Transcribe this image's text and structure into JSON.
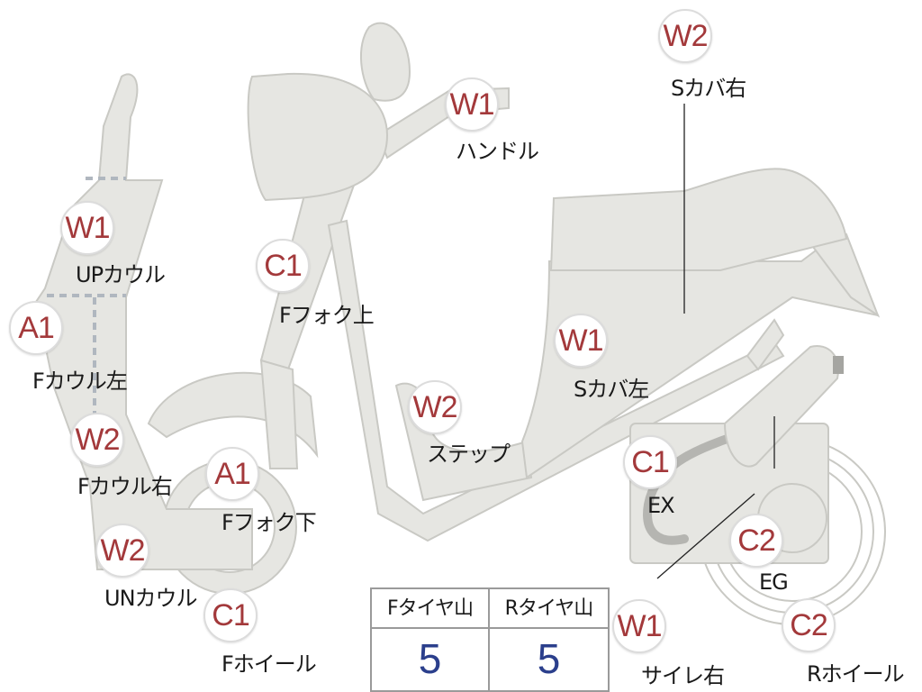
{
  "markers": [
    {
      "id": "up-cowl",
      "grade": "W1",
      "label": "UPカウル"
    },
    {
      "id": "f-cowl-left",
      "grade": "A1",
      "label": "Fカウル左"
    },
    {
      "id": "f-cowl-right",
      "grade": "W2",
      "label": "Fカウル右"
    },
    {
      "id": "un-cowl",
      "grade": "W2",
      "label": "UNカウル"
    },
    {
      "id": "f-wheel",
      "grade": "C1",
      "label": "Fホイール"
    },
    {
      "id": "f-fork-lower",
      "grade": "A1",
      "label": "Fフォク下"
    },
    {
      "id": "f-fork-upper",
      "grade": "C1",
      "label": "Fフォク上"
    },
    {
      "id": "handle",
      "grade": "W1",
      "label": "ハンドル"
    },
    {
      "id": "step",
      "grade": "W2",
      "label": "ステップ"
    },
    {
      "id": "s-cover-left",
      "grade": "W1",
      "label": "Sカバ左"
    },
    {
      "id": "s-cover-right",
      "grade": "W2",
      "label": "Sカバ右"
    },
    {
      "id": "exhaust",
      "grade": "C1",
      "label": "EX"
    },
    {
      "id": "engine",
      "grade": "C2",
      "label": "EG"
    },
    {
      "id": "r-wheel",
      "grade": "C2",
      "label": "Rホイール"
    },
    {
      "id": "muffler-right",
      "grade": "W1",
      "label": "サイレ右"
    }
  ],
  "tire_table": {
    "headers": [
      "Fタイヤ山",
      "Rタイヤ山"
    ],
    "values": [
      "5",
      "5"
    ]
  },
  "colors": {
    "grade_text": "#a3393b",
    "tire_value_text": "#2b3f8c",
    "body_fill": "#e6e6e2"
  }
}
